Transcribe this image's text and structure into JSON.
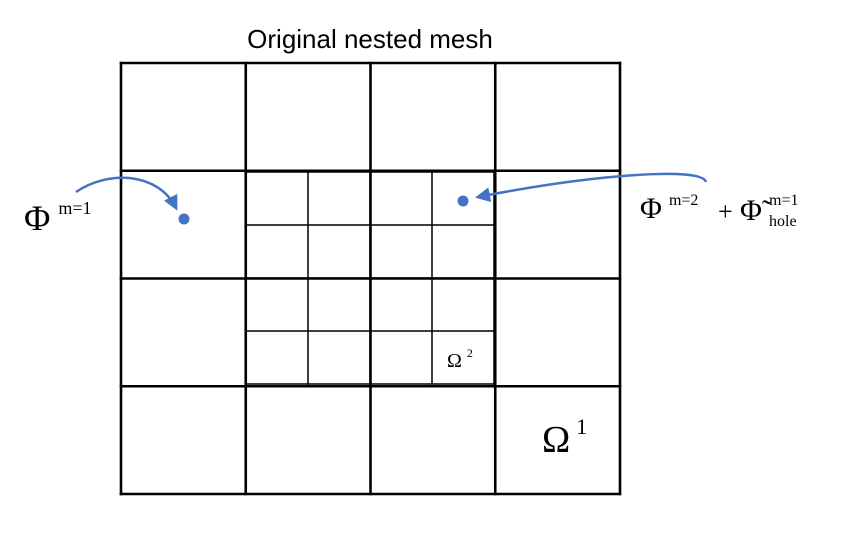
{
  "title": "Original nested mesh",
  "colors": {
    "line": "#000000",
    "arrow": "#4472c4",
    "dot": "#4472c4",
    "background": "#ffffff"
  },
  "coarse_mesh": {
    "rows": 4,
    "cols": 4
  },
  "fine_mesh": {
    "rows": 4,
    "cols": 4
  },
  "labels": {
    "left_phi": {
      "symbol": "Φ",
      "superscript": "m=1"
    },
    "right_phi": {
      "symbol": "Φ",
      "superscript": "m=2"
    },
    "right_plus": "+",
    "right_phi_tilde": {
      "symbol": "Φ̃",
      "superscript": "m=1",
      "subscript": "hole"
    },
    "omega_fine": {
      "symbol": "Ω",
      "superscript": "2"
    },
    "omega_coarse": {
      "symbol": "Ω",
      "superscript": "1"
    }
  }
}
